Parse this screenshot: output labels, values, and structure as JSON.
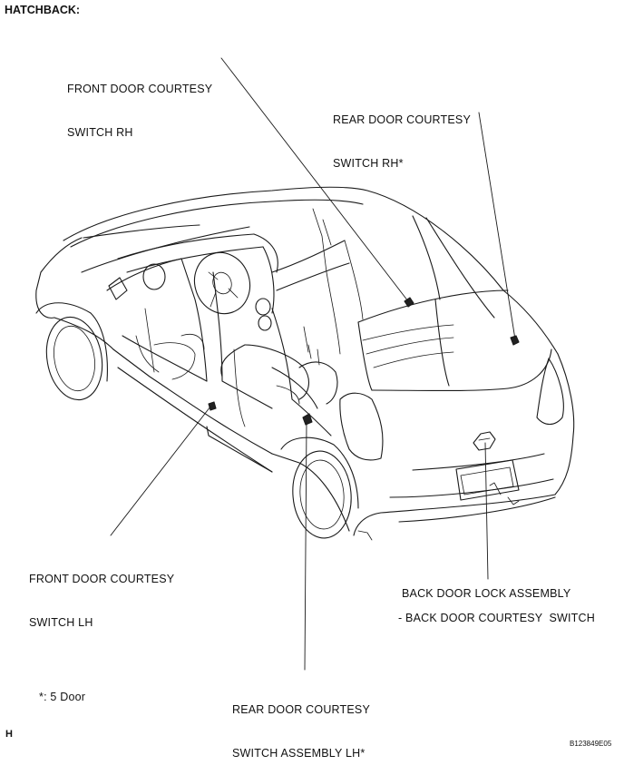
{
  "title": "HATCHBACK:",
  "labels": {
    "front_rh_1": "FRONT DOOR COURTESY",
    "front_rh_2": "SWITCH RH",
    "rear_rh_1": "REAR DOOR COURTESY",
    "rear_rh_2": "SWITCH RH*",
    "front_lh_1": "FRONT DOOR COURTESY",
    "front_lh_2": "SWITCH LH",
    "back_lock": "BACK DOOR LOCK ASSEMBLY",
    "back_switch": "- BACK DOOR COURTESY  SWITCH",
    "rear_lh_1": "REAR DOOR COURTESY",
    "rear_lh_2": "SWITCH ASSEMBLY LH*"
  },
  "footnote": "*: 5 Door",
  "corner_letter": "H",
  "figure_id": "B123849E05"
}
